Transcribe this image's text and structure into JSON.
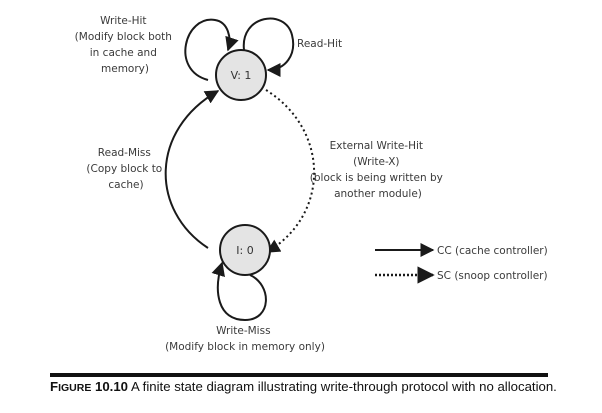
{
  "states": [
    {
      "id": "valid",
      "label": "V: 1"
    },
    {
      "id": "invalid",
      "label": "I: 0"
    }
  ],
  "transitions": {
    "write_hit": {
      "lines": [
        "Write-Hit",
        "(Modify block both",
        "in cache and",
        "memory)"
      ],
      "from": "V: 1",
      "to": "V: 1",
      "controller": "CC"
    },
    "read_hit": {
      "lines": [
        "Read-Hit"
      ],
      "from": "V: 1",
      "to": "V: 1",
      "controller": "CC"
    },
    "read_miss": {
      "lines": [
        "Read-Miss",
        "(Copy block to",
        "cache)"
      ],
      "from": "I: 0",
      "to": "V: 1",
      "controller": "CC"
    },
    "external_write_hit": {
      "lines": [
        "External Write-Hit",
        "(Write-X)",
        "(block is being written by",
        "another module)"
      ],
      "from": "V: 1",
      "to": "I: 0",
      "controller": "SC"
    },
    "write_miss": {
      "lines": [
        "Write-Miss",
        "(Modify block in memory only)"
      ],
      "from": "I: 0",
      "to": "I: 0",
      "controller": "CC"
    }
  },
  "legend": [
    {
      "style": "solid",
      "label": "CC (cache controller)"
    },
    {
      "style": "dotted",
      "label": "SC (snoop controller)"
    }
  ],
  "caption": {
    "figure_prefix": "F",
    "figure_word_rest": "IGURE",
    "figure_number": "10.10",
    "text": "A finite state diagram illustrating write-through protocol with no allocation."
  },
  "colors": {
    "state_fill": "#e4e4e4",
    "stroke": "#1a1a1a",
    "text": "#3a3a3a"
  }
}
